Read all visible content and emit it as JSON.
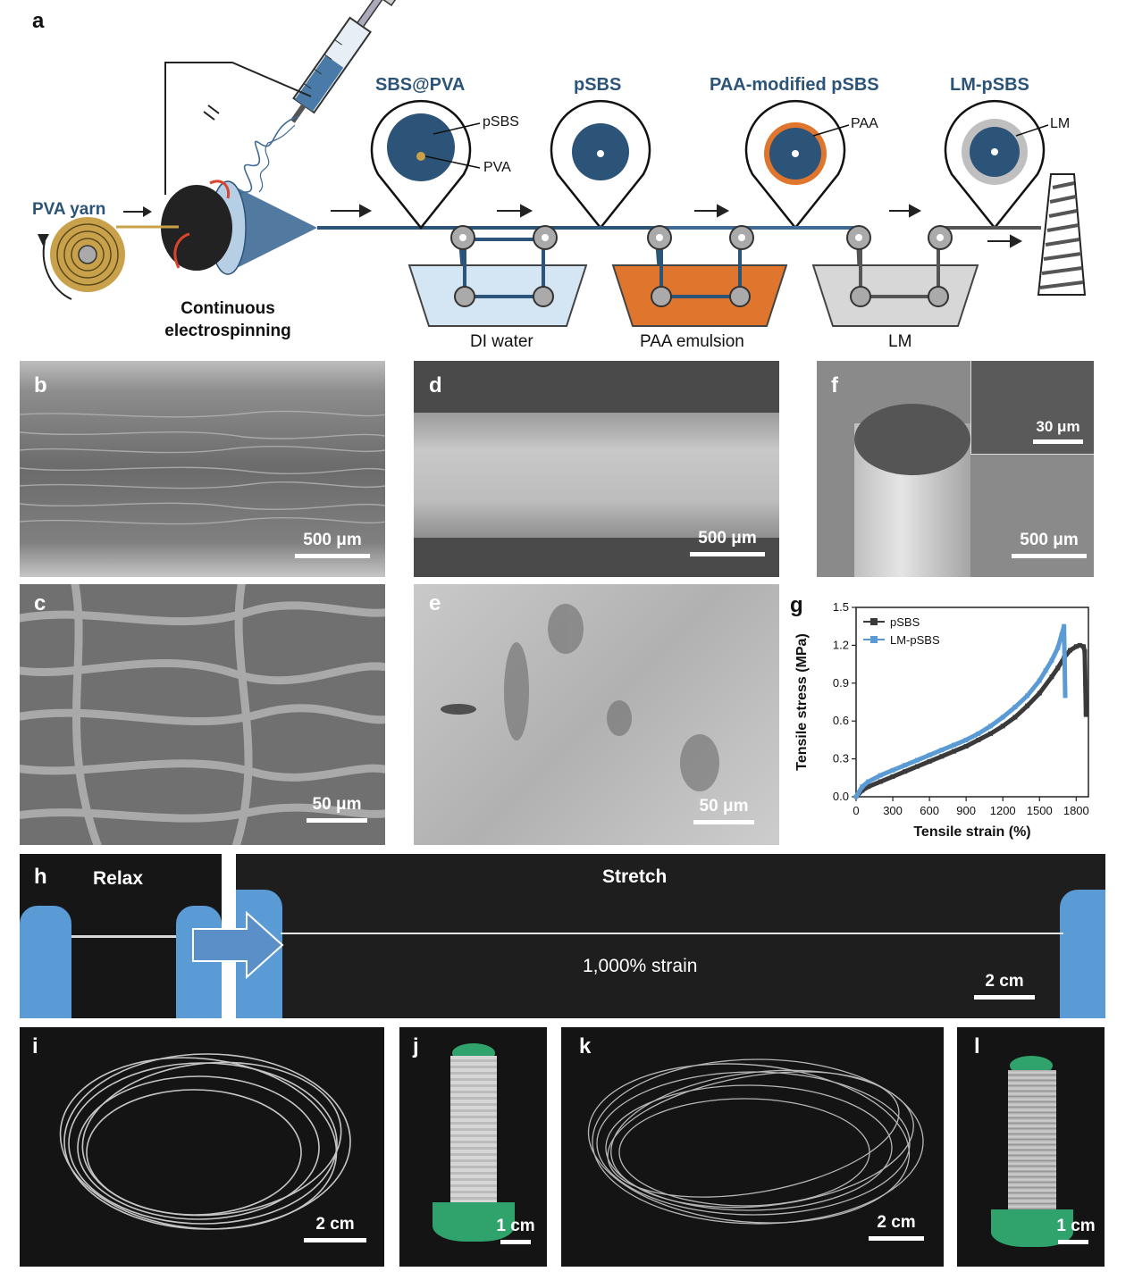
{
  "panel_a": {
    "label": "a",
    "titles": {
      "sbs_pva": "SBS@PVA",
      "psbs": "pSBS",
      "paa_mod": "PAA-modified pSBS",
      "lm_psbs": "LM-pSBS"
    },
    "callouts": {
      "psbs": "pSBS",
      "pva": "PVA",
      "paa": "PAA",
      "lm": "LM"
    },
    "pva_yarn": "PVA yarn",
    "electrospinning": [
      "Continuous",
      "electrospinning"
    ],
    "baths": {
      "water": "DI water",
      "paa": "PAA emulsion",
      "lm": "LM"
    },
    "colors": {
      "navy": "#2c5478",
      "fiber_blue": "#3f6a95",
      "paa_orange": "#e0762e",
      "gold": "#c9a14a",
      "water": "#d4e6f3",
      "lm_gray": "#bfbfbf"
    }
  },
  "panel_b": {
    "label": "b",
    "scale": "500 μm"
  },
  "panel_c": {
    "label": "c",
    "scale": "50 μm"
  },
  "panel_d": {
    "label": "d",
    "scale": "500 μm"
  },
  "panel_e": {
    "label": "e",
    "scale": "50 μm"
  },
  "panel_f": {
    "label": "f",
    "scale": "500 μm",
    "inset_scale": "30 μm"
  },
  "panel_g": {
    "label": "g"
  },
  "panel_h": {
    "label": "h",
    "relax": "Relax",
    "stretch": "Stretch",
    "strain": "1,000% strain",
    "scale": "2 cm"
  },
  "panel_i": {
    "label": "i",
    "scale": "2 cm"
  },
  "panel_j": {
    "label": "j",
    "scale": "1 cm"
  },
  "panel_k": {
    "label": "k",
    "scale": "2 cm"
  },
  "panel_l": {
    "label": "l",
    "scale": "1 cm"
  },
  "chart_data": {
    "type": "line",
    "title": "",
    "xlabel": "Tensile strain (%)",
    "ylabel": "Tensile stress (MPa)",
    "xlim": [
      0,
      1900
    ],
    "ylim": [
      0,
      1.5
    ],
    "xticks": [
      0,
      300,
      600,
      900,
      1200,
      1500,
      1800
    ],
    "yticks": [
      0.0,
      0.3,
      0.6,
      0.9,
      1.2,
      1.5
    ],
    "xtick_labels": [
      "0",
      "300",
      "600",
      "900",
      "1200",
      "1500",
      "1800"
    ],
    "ytick_labels": [
      "0.0",
      "0.3",
      "0.6",
      "0.9",
      "1.2",
      "1.5"
    ],
    "legend_position": "top-left",
    "series": [
      {
        "name": "pSBS",
        "color": "#3a3a3a",
        "x": [
          0,
          50,
          100,
          200,
          300,
          400,
          500,
          600,
          700,
          800,
          900,
          1000,
          1100,
          1200,
          1300,
          1400,
          1500,
          1600,
          1650,
          1700,
          1750,
          1800,
          1830,
          1860,
          1870,
          1875,
          1880
        ],
        "y": [
          0.0,
          0.05,
          0.08,
          0.12,
          0.16,
          0.2,
          0.24,
          0.28,
          0.32,
          0.36,
          0.4,
          0.45,
          0.5,
          0.56,
          0.63,
          0.72,
          0.82,
          0.95,
          1.02,
          1.1,
          1.16,
          1.19,
          1.2,
          1.19,
          1.15,
          0.9,
          0.65
        ]
      },
      {
        "name": "LM-pSBS",
        "color": "#5b9bd5",
        "x": [
          0,
          50,
          100,
          200,
          300,
          400,
          500,
          600,
          700,
          800,
          900,
          1000,
          1100,
          1200,
          1300,
          1400,
          1500,
          1550,
          1600,
          1650,
          1680,
          1700,
          1705,
          1710
        ],
        "y": [
          0.0,
          0.08,
          0.12,
          0.17,
          0.21,
          0.25,
          0.29,
          0.33,
          0.37,
          0.41,
          0.45,
          0.5,
          0.56,
          0.63,
          0.71,
          0.8,
          0.92,
          1.0,
          1.08,
          1.18,
          1.28,
          1.35,
          1.1,
          0.8
        ]
      }
    ]
  }
}
